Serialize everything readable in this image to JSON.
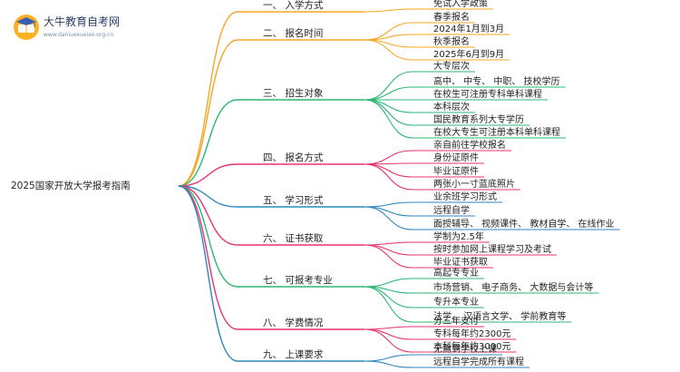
{
  "logo": {
    "name": "大牛教育自考网",
    "url": "www.daniuexueiao.org.cn",
    "icon": "graduation-cap-book-icon"
  },
  "root": "2025国家开放大学报考指南",
  "branches": [
    {
      "label": "一、 入学方式",
      "color": "#f5a623",
      "leaves": [
        "免试入学政策"
      ]
    },
    {
      "label": "二、 报名时间",
      "color": "#f5a623",
      "leaves": [
        "春季报名",
        "2024年1月到3月",
        "秋季报名",
        "2025年6月到9月"
      ]
    },
    {
      "label": "三、 招生对象",
      "color": "#2bb673",
      "leaves": [
        "大专层次",
        "高中、 中专、 中职、 技校学历",
        "在校生可注册专科单科课程",
        "本科层次",
        "国民教育系列大专学历",
        "在校大专生可注册本科单科课程"
      ]
    },
    {
      "label": "四、 报名方式",
      "color": "#e8336d",
      "leaves": [
        "亲自前往学校报名",
        "身份证原件",
        "毕业证原件",
        "两张小一寸蓝底照片"
      ]
    },
    {
      "label": "五、 学习形式",
      "color": "#2e86c1",
      "leaves": [
        "业余班学习形式",
        "远程自学",
        "面授辅导、 视频课件、 教材自学、 在线作业"
      ]
    },
    {
      "label": "六、 证书获取",
      "color": "#e8336d",
      "leaves": [
        "学制为2.5年",
        "按时参加网上课程学习及考试",
        "毕业证书获取"
      ]
    },
    {
      "label": "七、 可报考专业",
      "color": "#2bb673",
      "leaves": [
        "高起专专业",
        "市场营销、 电子商务、 大数据与会计等",
        "专升本专业",
        "法学、 汉语言文学、 学前教育等"
      ]
    },
    {
      "label": "八、 学费情况",
      "color": "#e8336d",
      "leaves": [
        "分三年支付",
        "专科每年约2300元",
        "本科每年约3000元"
      ]
    },
    {
      "label": "九、 上课要求",
      "color": "#2e86c1",
      "leaves": [
        "无需到学校上课",
        "远程自学完成所有课程"
      ]
    }
  ]
}
